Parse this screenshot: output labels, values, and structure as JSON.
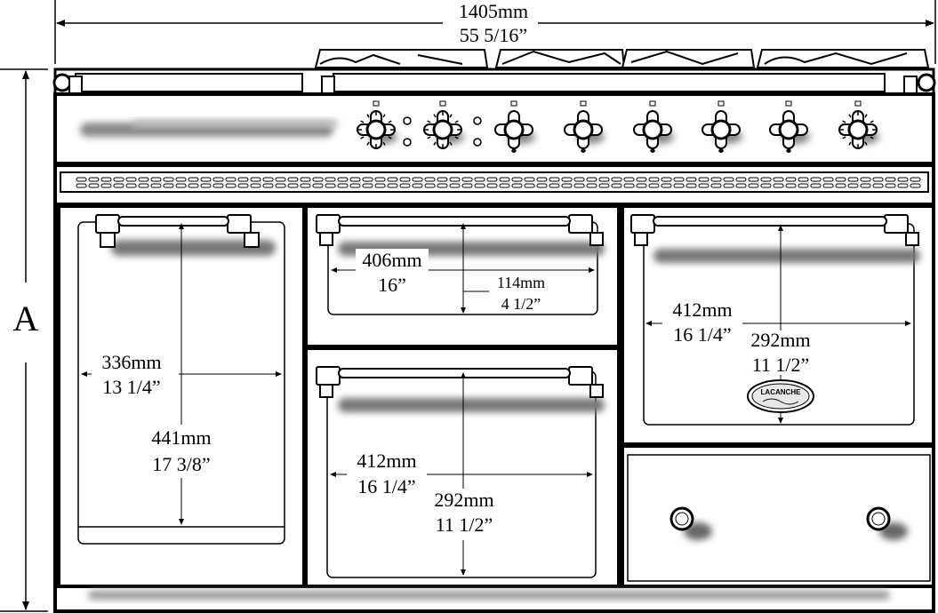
{
  "dimensions": {
    "overall_width_mm": "1405mm",
    "overall_width_in": "55 5/16”",
    "height_label": "A"
  },
  "ovens": {
    "tall_oven": {
      "width_mm": "336mm",
      "width_in": "13 1/4”",
      "height_mm": "441mm",
      "height_in": "17 3/8”"
    },
    "upper_small_oven": {
      "width_mm": "406mm",
      "width_in": "16”",
      "height_mm": "114mm",
      "height_in": "4 1/2”"
    },
    "lower_oven": {
      "width_mm": "412mm",
      "width_in": "16 1/4”",
      "height_mm": "292mm",
      "height_in": "11 1/2”"
    },
    "right_oven": {
      "width_mm": "412mm",
      "width_in": "16 1/4”",
      "height_mm": "292mm",
      "height_in": "11 1/2”"
    }
  },
  "brand": {
    "logo_text": "LACANCHE",
    "logo_script": "Paris"
  },
  "control_knob_icons": [
    "knob-icon",
    "knob-icon",
    "knob-icon",
    "knob-icon",
    "knob-icon",
    "knob-icon",
    "knob-icon",
    "knob-icon"
  ],
  "drawer_knob_icons": [
    "knob-icon",
    "knob-icon"
  ]
}
